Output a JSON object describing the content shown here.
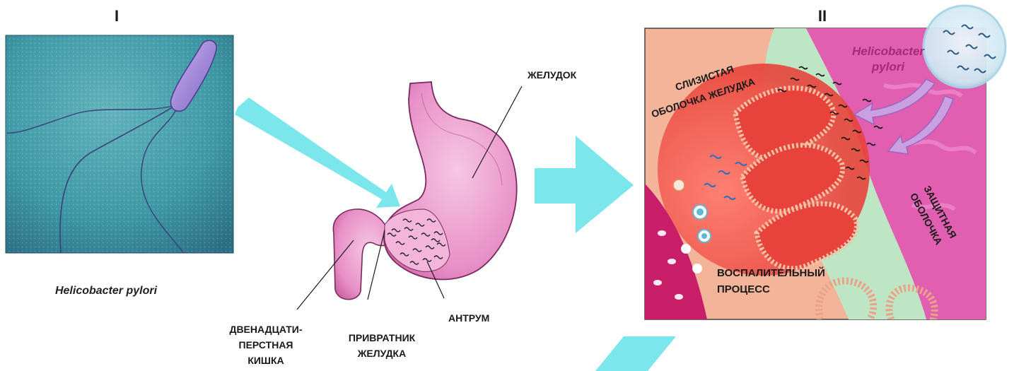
{
  "panel_markers": {
    "left": "I",
    "right": "II"
  },
  "photo_caption": "Helicobacter pylori",
  "stomach_labels": {
    "stomach": "ЖЕЛУДОК",
    "antrum": "АНТРУМ",
    "duodenum": [
      "ДВЕНАДЦАТИ-",
      "ПЕРСТНАЯ",
      "КИШКА"
    ],
    "pylorus": [
      "ПРИВРАТНИК",
      "ЖЕЛУДКА"
    ]
  },
  "mucosa_labels": {
    "mucosa": [
      "СЛИЗИСТАЯ",
      "ОБОЛОЧКА ЖЕЛУДКА"
    ],
    "bacteria": [
      "Helicobacter",
      "pylori"
    ],
    "protective": [
      "ЗАЩИТНАЯ",
      "ОБОЛОЧКА"
    ],
    "inflammation": [
      "ВОСПАЛИТЕЛЬНЫЙ",
      "ПРОЦЕСС"
    ]
  },
  "colors": {
    "arrow": "#7be6ec",
    "photo_bg": "#3f9aa6",
    "stomach_fill": "#e890c8",
    "stomach_outline": "#7a2a5e",
    "mucosa_red": "#e8433a",
    "protective_green": "#bfe6c4",
    "magenta_region": "#e05fb0",
    "bacteria_label": "#a8287a"
  }
}
